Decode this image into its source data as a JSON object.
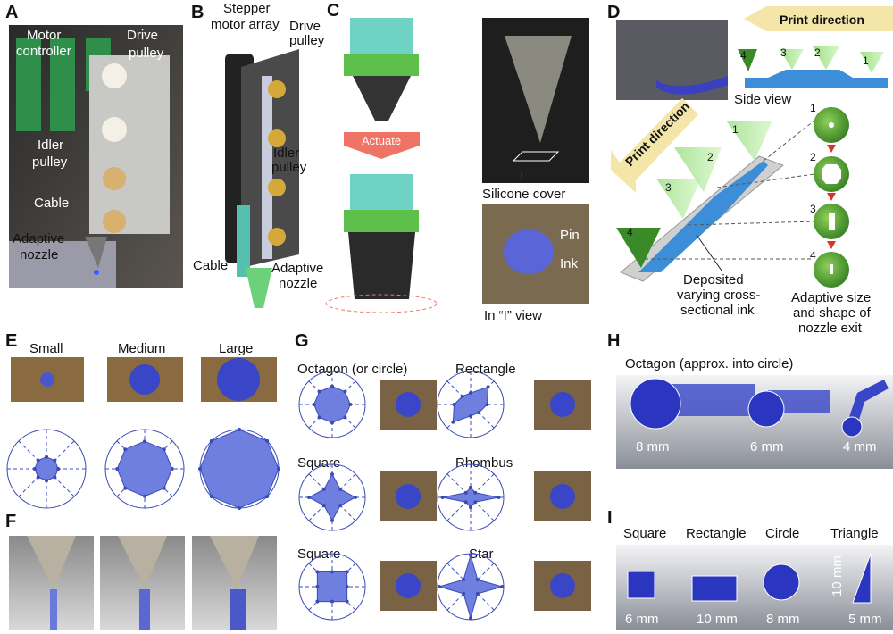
{
  "panels": {
    "A": {
      "letter": "A",
      "labels": [
        "Motor",
        "controller",
        "Drive",
        "pulley",
        "Idler",
        "pulley",
        "Cable",
        "Adaptive",
        "nozzle"
      ]
    },
    "B": {
      "letter": "B",
      "labels": [
        "Stepper",
        "motor array",
        "Drive",
        "pulley",
        "Idler",
        "pulley",
        "Cable",
        "Adaptive",
        "nozzle"
      ]
    },
    "C": {
      "letter": "C",
      "actuate": "Actuate",
      "view_marker": "I",
      "silicone_cover": "Silicone cover",
      "pin": "Pin",
      "ink": "Ink",
      "view_caption": "In “I” view"
    },
    "D": {
      "letter": "D",
      "print_direction": "Print direction",
      "side_view": "Side view",
      "numbers": [
        "1",
        "2",
        "3",
        "4"
      ],
      "deposited": [
        "Deposited",
        "varying cross-",
        "sectional ink"
      ],
      "adaptive": [
        "Adaptive size",
        "and shape of",
        "nozzle exit"
      ]
    },
    "E": {
      "letter": "E",
      "sizes": [
        "Small",
        "Medium",
        "Large"
      ]
    },
    "F": {
      "letter": "F"
    },
    "G": {
      "letter": "G",
      "shapes": [
        "Octagon (or circle)",
        "Rectangle",
        "Square",
        "Rhombus",
        "Square",
        "Star"
      ]
    },
    "H": {
      "letter": "H",
      "title": "Octagon (approx. into circle)",
      "dims": [
        "8 mm",
        "6 mm",
        "4 mm"
      ]
    },
    "I": {
      "letter": "I",
      "shapes": [
        "Square",
        "Rectangle",
        "Circle",
        "Triangle"
      ],
      "dims": [
        "6 mm",
        "10 mm",
        "8 mm",
        "5 mm"
      ],
      "height": "10 mm"
    }
  },
  "colors": {
    "shape_fill": "#6f7fe0",
    "shape_stroke": "#3a4bb8",
    "arrow_yellow": "#f3e6a8",
    "actuate": "#ef7466",
    "nozzle_green": "#4f9a30"
  }
}
